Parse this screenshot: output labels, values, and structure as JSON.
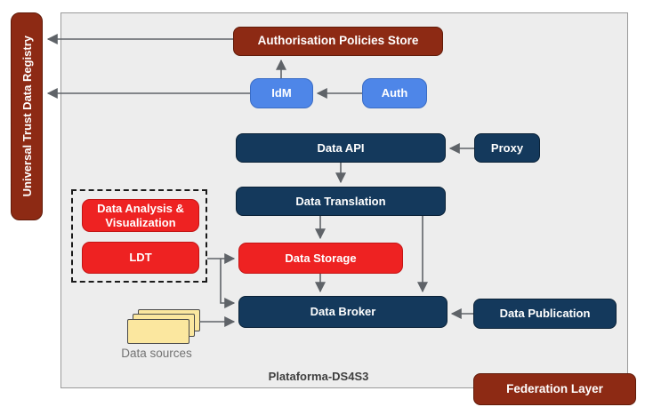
{
  "diagram": {
    "title": "Plataforma-DS4S3",
    "colors": {
      "navy": "#14395c",
      "red": "#ee2222",
      "maroon": "#8d2a14",
      "blue": "#4e86e8",
      "platform_bg": "#ededed",
      "arrow": "#5f6368",
      "doc_fill": "#fbe79f"
    },
    "registry": {
      "label": "Universal Trust Data Registry"
    },
    "nodes": {
      "aps": {
        "label": "Authorisation Policies Store"
      },
      "idm": {
        "label": "IdM"
      },
      "auth": {
        "label": "Auth"
      },
      "data_api": {
        "label": "Data API"
      },
      "proxy": {
        "label": "Proxy"
      },
      "data_translation": {
        "label": "Data Translation"
      },
      "data_analysis": {
        "label": "Data Analysis & Visualization"
      },
      "ldt": {
        "label": "LDT"
      },
      "data_storage": {
        "label": "Data Storage"
      },
      "data_broker": {
        "label": "Data Broker"
      },
      "data_publication": {
        "label": "Data Publication"
      },
      "federation": {
        "label": "Federation Layer"
      }
    },
    "data_sources": {
      "label": "Data sources"
    }
  }
}
